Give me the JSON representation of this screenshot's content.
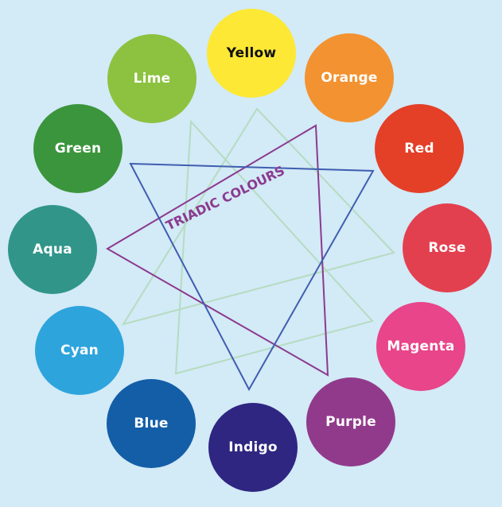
{
  "label": "TRIADIC COLOURS",
  "colors": {
    "yellow": {
      "name": "Yellow",
      "hex": "#fde835"
    },
    "orange": {
      "name": "Orange",
      "hex": "#f39230"
    },
    "red": {
      "name": "Red",
      "hex": "#e43f27"
    },
    "rose": {
      "name": "Rose",
      "hex": "#e3404f"
    },
    "magenta": {
      "name": "Magenta",
      "hex": "#e8458a"
    },
    "purple": {
      "name": "Purple",
      "hex": "#913a8b"
    },
    "indigo": {
      "name": "Indigo",
      "hex": "#2f2682"
    },
    "blue": {
      "name": "Blue",
      "hex": "#145ea8"
    },
    "cyan": {
      "name": "Cyan",
      "hex": "#2ea4dd"
    },
    "aqua": {
      "name": "Aqua",
      "hex": "#31958a"
    },
    "green": {
      "name": "Green",
      "hex": "#3b953c"
    },
    "lime": {
      "name": "Lime",
      "hex": "#8cc23f"
    }
  },
  "triangles": {
    "yellow_cyan_magenta": "#b5dcc0",
    "lime_magenta_cyan": "#b5dcc0",
    "aqua_red_purple": "#8b3a8f",
    "green_blue_red": "#3f5eb0"
  }
}
